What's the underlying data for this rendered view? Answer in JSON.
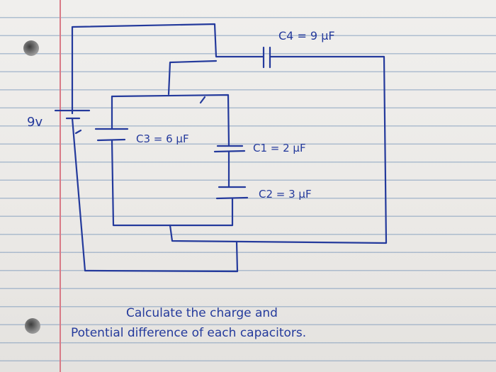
{
  "labels": {
    "battery": "9v",
    "c4": "C4 = 9 μF",
    "c3": "C3 = 6 μF",
    "c1": "C1 = 2 μF",
    "c2": "C2 = 3 μF"
  },
  "question": {
    "line1": "Calculate the charge and",
    "line2": "Potential difference of each capacitors."
  },
  "colors": {
    "ink": "#243a9c",
    "margin": "#d87a86",
    "rule": "#7896b9"
  }
}
